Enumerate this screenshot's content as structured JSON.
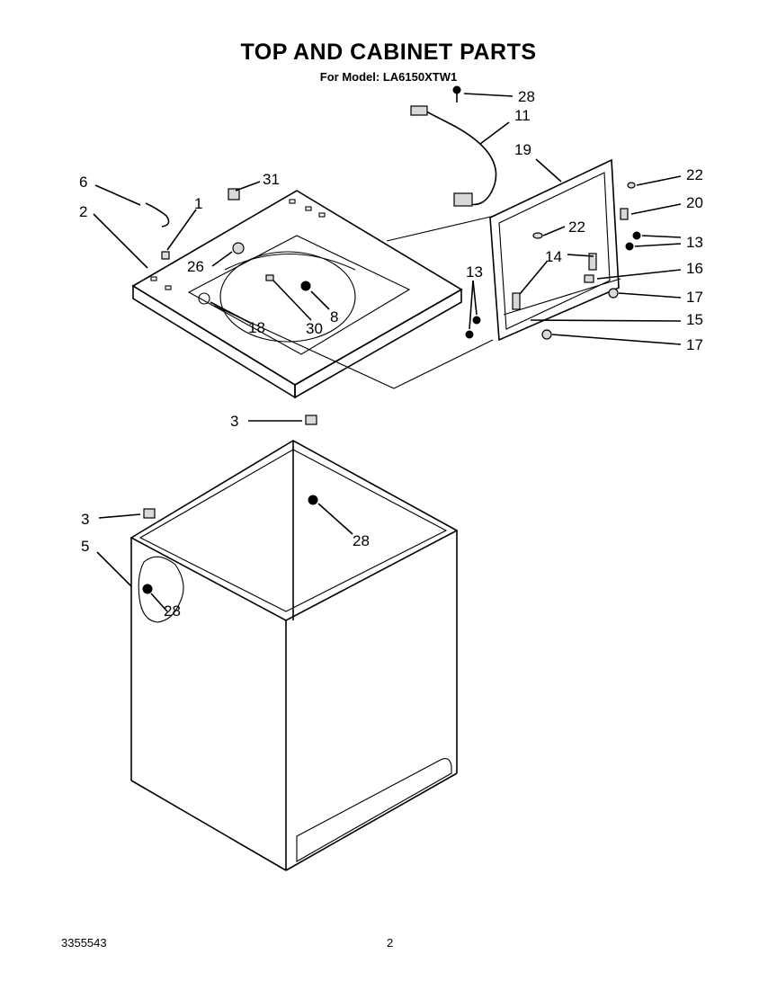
{
  "header": {
    "title": "TOP AND CABINET PARTS",
    "subtitle": "For Model: LA6150XTW1"
  },
  "footer": {
    "doc_number": "3355543",
    "page_number": "2"
  },
  "callouts": [
    {
      "id": "c28a",
      "label": "28"
    },
    {
      "id": "c11",
      "label": "11"
    },
    {
      "id": "c19",
      "label": "19"
    },
    {
      "id": "c22a",
      "label": "22"
    },
    {
      "id": "c20",
      "label": "20"
    },
    {
      "id": "c22b",
      "label": "22"
    },
    {
      "id": "c13a",
      "label": "13"
    },
    {
      "id": "c14",
      "label": "14"
    },
    {
      "id": "c16",
      "label": "16"
    },
    {
      "id": "c13b",
      "label": "13"
    },
    {
      "id": "c17a",
      "label": "17"
    },
    {
      "id": "c15",
      "label": "15"
    },
    {
      "id": "c17b",
      "label": "17"
    },
    {
      "id": "c6",
      "label": "6"
    },
    {
      "id": "c31",
      "label": "31"
    },
    {
      "id": "c2",
      "label": "2"
    },
    {
      "id": "c1",
      "label": "1"
    },
    {
      "id": "c26",
      "label": "26"
    },
    {
      "id": "c18",
      "label": "18"
    },
    {
      "id": "c30",
      "label": "30"
    },
    {
      "id": "c8",
      "label": "8"
    },
    {
      "id": "c3a",
      "label": "3"
    },
    {
      "id": "c28b",
      "label": "28"
    },
    {
      "id": "c3b",
      "label": "3"
    },
    {
      "id": "c5",
      "label": "5"
    },
    {
      "id": "c28c",
      "label": "28"
    }
  ]
}
